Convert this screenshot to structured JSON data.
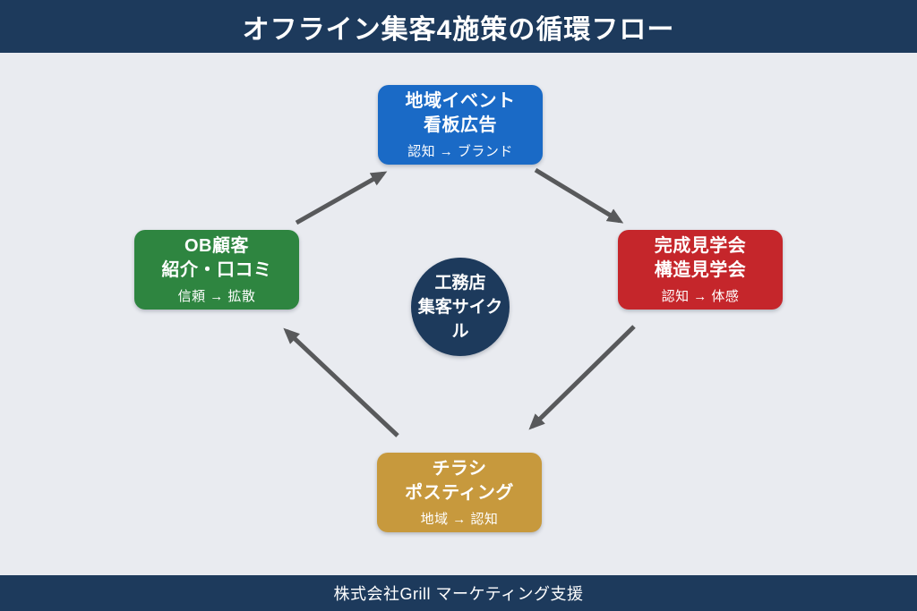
{
  "header": {
    "title": "オフライン集客4施策の循環フロー"
  },
  "footer": {
    "text": "株式会社Grill マーケティング支援"
  },
  "center": {
    "line1": "工務店",
    "line2": "集客サイクル",
    "color": "#1d3a5c"
  },
  "nodes": [
    {
      "id": "top",
      "line1": "地域イベント",
      "line2": "看板広告",
      "sub": "認知 → ブランド",
      "color": "#1a6ac6"
    },
    {
      "id": "right",
      "line1": "完成見学会",
      "line2": "構造見学会",
      "sub": "認知 → 体感",
      "color": "#c5262b"
    },
    {
      "id": "bottom",
      "line1": "チラシ",
      "line2": "ポスティング",
      "sub": "地域 → 認知",
      "color": "#c7993d"
    },
    {
      "id": "left",
      "line1": "OB顧客",
      "line2": "紹介・口コミ",
      "sub": "信頼 → 拡散",
      "color": "#2e8540"
    }
  ],
  "arrows": [
    {
      "from": "OB顧客 紹介・口コミ",
      "to": "地域イベント 看板広告"
    },
    {
      "from": "地域イベント 看板広告",
      "to": "完成見学会 構造見学会"
    },
    {
      "from": "完成見学会 構造見学会",
      "to": "チラシ ポスティング"
    },
    {
      "from": "チラシ ポスティング",
      "to": "OB顧客 紹介・口コミ"
    }
  ],
  "colors": {
    "header_bg": "#1d3a5c",
    "footer_bg": "#1d3a5c",
    "canvas_bg": "#e9ebf0",
    "arrow": "#58595b",
    "text": "#ffffff"
  }
}
